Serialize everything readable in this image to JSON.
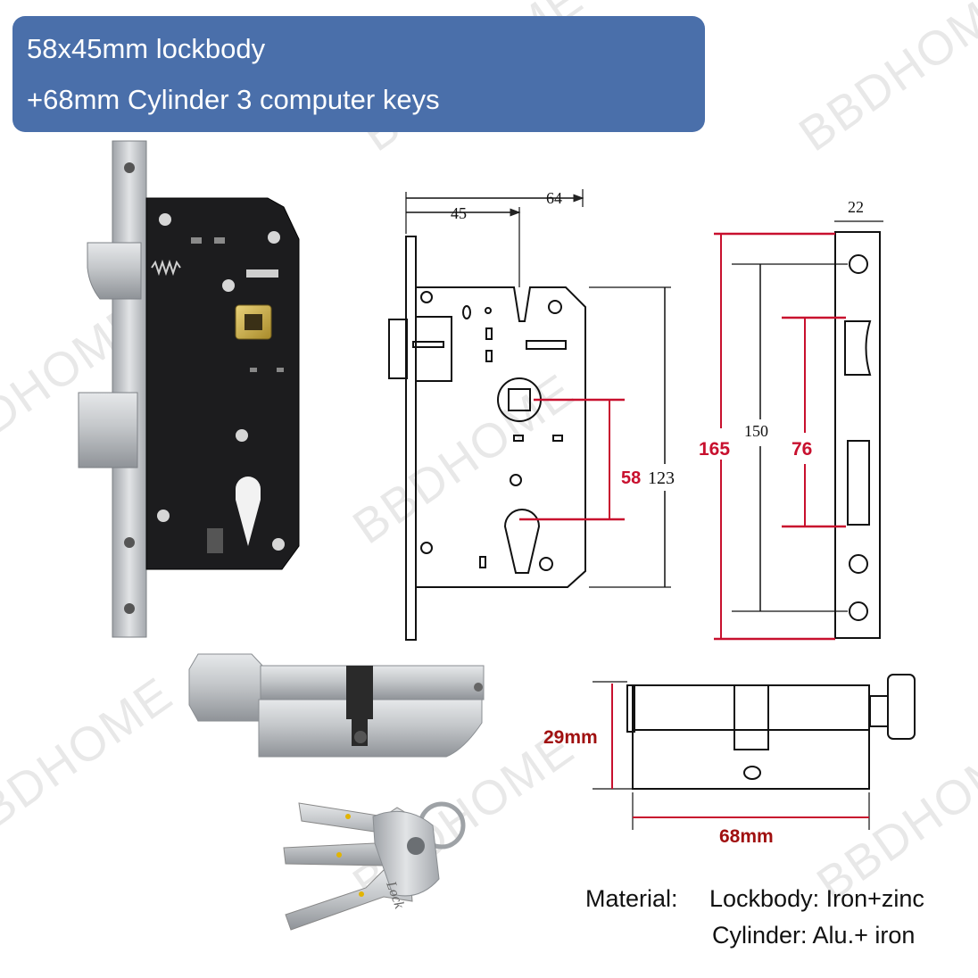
{
  "banner": {
    "line1": "58x45mm lockbody",
    "line2": "+68mm Cylinder 3 computer keys",
    "color": "#4a6faa"
  },
  "watermark": "BBDHOME",
  "dimensions": {
    "d64": "64",
    "d45": "45",
    "d22": "22",
    "d58": "58",
    "d123": "123",
    "d165": "165",
    "d150": "150",
    "d76": "76",
    "d29": "29mm",
    "d68": "68mm"
  },
  "key_text": "Lock",
  "material": {
    "label": "Material:",
    "lockbody": "Lockbody: Iron+zinc",
    "cylinder": "Cylinder: Alu.+ iron"
  },
  "colors": {
    "dimension_red": "#c8102e",
    "lockbody": "#1c1c1e",
    "steel": "#c6c8cb"
  }
}
